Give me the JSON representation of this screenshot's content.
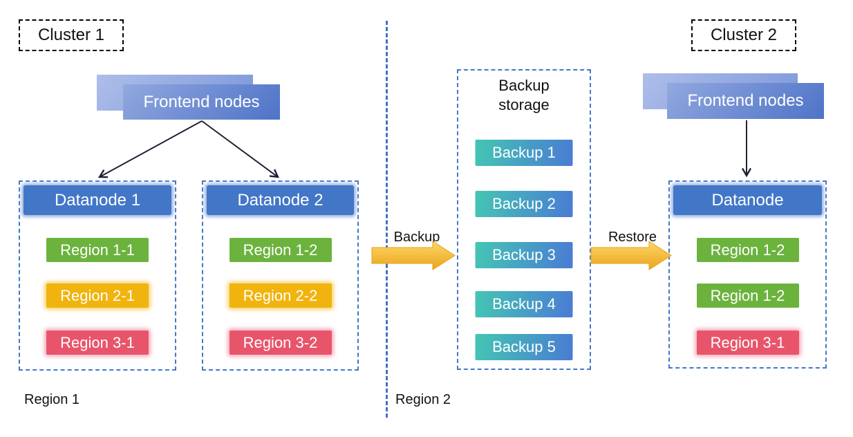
{
  "cluster1": {
    "label": "Cluster 1",
    "frontend_label": "Frontend nodes",
    "datanodes": [
      {
        "title": "Datanode 1",
        "regions": [
          {
            "label": "Region 1-1",
            "color": "#6CB33E"
          },
          {
            "label": "Region 2-1",
            "color": "#F1B30D"
          },
          {
            "label": "Region 3-1",
            "color": "#E8556B"
          }
        ]
      },
      {
        "title": "Datanode 2",
        "regions": [
          {
            "label": "Region 1-2",
            "color": "#6CB33E"
          },
          {
            "label": "Region 2-2",
            "color": "#F1B30D"
          },
          {
            "label": "Region 3-2",
            "color": "#E8556B"
          }
        ]
      }
    ]
  },
  "backup_storage": {
    "title": "Backup storage",
    "items": [
      "Backup 1",
      "Backup 2",
      "Backup 3",
      "Backup 4",
      "Backup 5"
    ]
  },
  "cluster2": {
    "label": "Cluster 2",
    "frontend_label": "Frontend nodes",
    "datanode": {
      "title": "Datanode",
      "regions": [
        {
          "label": "Region 1-2",
          "color": "#6CB33E"
        },
        {
          "label": "Region 1-2",
          "color": "#6CB33E"
        },
        {
          "label": "Region 3-1",
          "color": "#E8556B"
        }
      ]
    }
  },
  "flows": {
    "backup_label": "Backup",
    "restore_label": "Restore"
  },
  "footer": {
    "region1_label": "Region 1",
    "region2_label": "Region 2"
  },
  "colors": {
    "dashed_container_border": "#4478C8",
    "datanode_header_blue": "#4276C7",
    "frontend_gradient_start": "#92A8DF",
    "frontend_gradient_end": "#4E73C7",
    "region_green": "#6CB33E",
    "region_yellow": "#F1B30D",
    "region_red": "#E8556B",
    "backup_gradient_start": "#44C6B3",
    "backup_gradient_end": "#4A7BD4",
    "flow_arrow_yellow_start": "#FBD764",
    "flow_arrow_yellow_end": "#EEA41D",
    "divider_blue": "#4272C0",
    "cluster_label_border": "#000000"
  }
}
